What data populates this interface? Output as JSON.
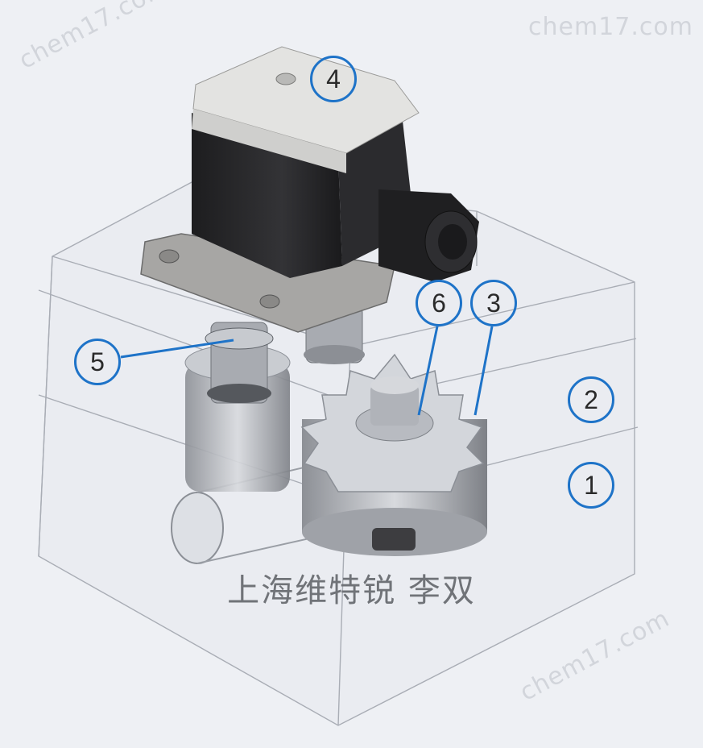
{
  "watermark": "chem17.com",
  "caption": "上海维特锐  李双",
  "callouts": [
    "1",
    "2",
    "3",
    "4",
    "5",
    "6"
  ],
  "colors": {
    "callout": "#1e73c8",
    "housing": "#b8bcc4",
    "connector": "#2a2a2c"
  }
}
